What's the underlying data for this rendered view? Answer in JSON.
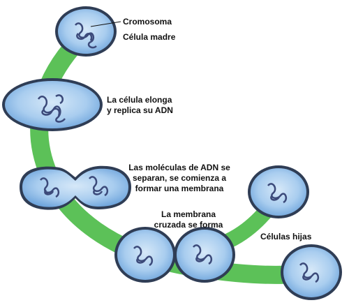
{
  "labels": {
    "chromosome": "Cromosoma",
    "mother_cell": "Célula madre",
    "elongate": "La célula elonga\ny replica su ADN",
    "separate": "Las moléculas de ADN se\nseparan, se comienza a\nformar una membrana",
    "membrane": "La membrana\ncruzada se forma",
    "daughters": "Células hijas"
  },
  "colors": {
    "path": "#5cc158",
    "cell_fill": "#7fb2e3",
    "cell_inner": "#bcd8f3",
    "cell_edge": "#2f3d55",
    "dna": "#3c4a7a"
  }
}
